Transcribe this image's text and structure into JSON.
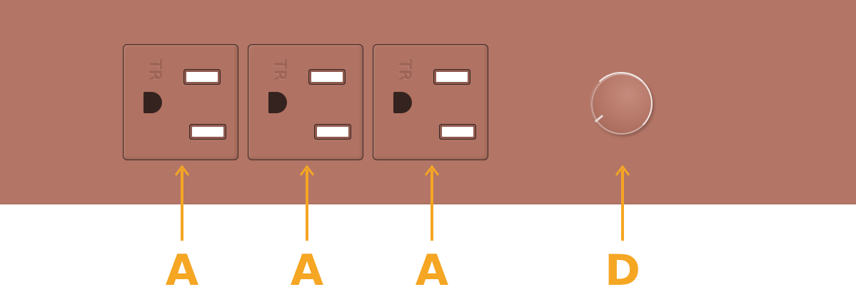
{
  "outlets": [
    {
      "tamper_resistant_mark": "TR"
    },
    {
      "tamper_resistant_mark": "TR"
    },
    {
      "tamper_resistant_mark": "TR"
    }
  ],
  "callouts": {
    "outlet_1": "A",
    "outlet_2": "A",
    "outlet_3": "A",
    "dial": "D"
  },
  "colors": {
    "panel": "#b37566",
    "callout": "#f5a623",
    "slot": "#ffffff",
    "ground": "#35231f"
  },
  "icons": {
    "arrow": "arrow-up-icon",
    "dial": "rotary-knob-icon"
  }
}
